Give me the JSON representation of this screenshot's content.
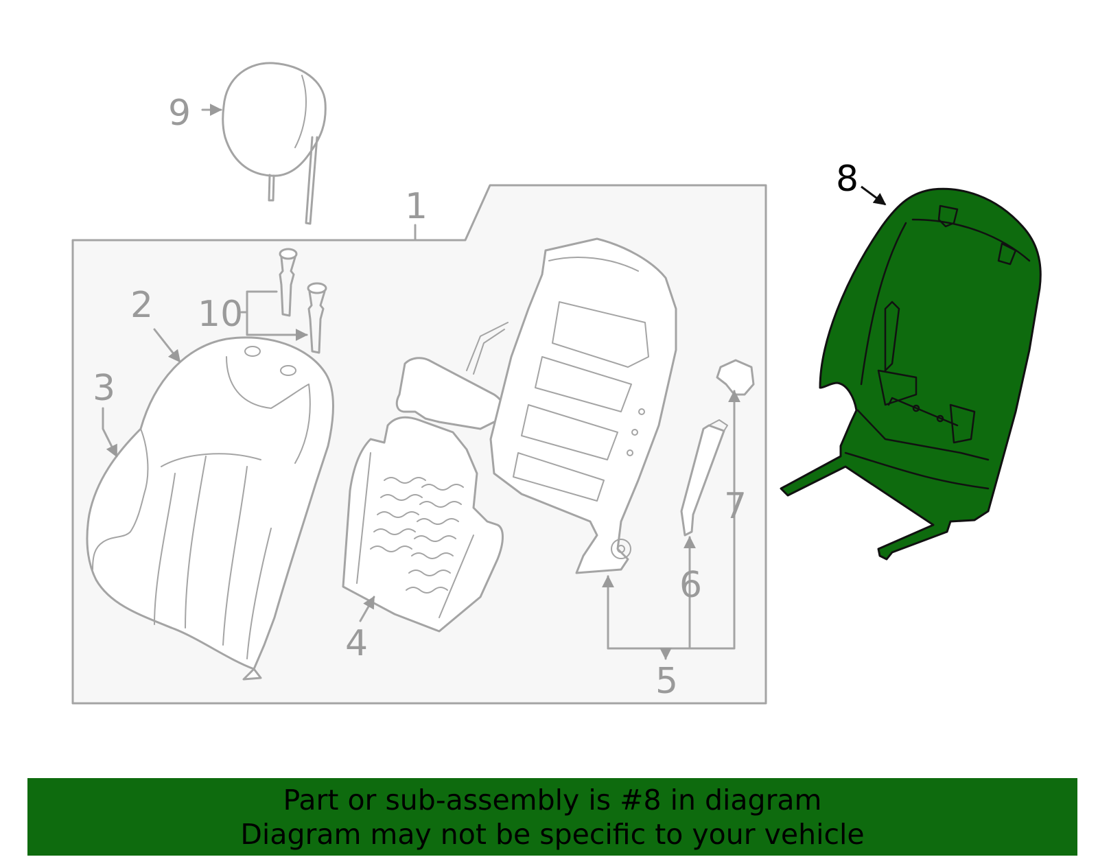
{
  "callouts": {
    "c1": "1",
    "c2": "2",
    "c3": "3",
    "c4": "4",
    "c5": "5",
    "c6": "6",
    "c7": "7",
    "c8": "8",
    "c9": "9",
    "c10": "10"
  },
  "selected_part": "8",
  "colors": {
    "highlight": "#0e6b0e",
    "line": "#a4a4a4",
    "panel": "#f7f7f7"
  },
  "banner": {
    "line1": "Part or sub-assembly is #8 in diagram",
    "line2": "Diagram may not be specific to your vehicle"
  }
}
